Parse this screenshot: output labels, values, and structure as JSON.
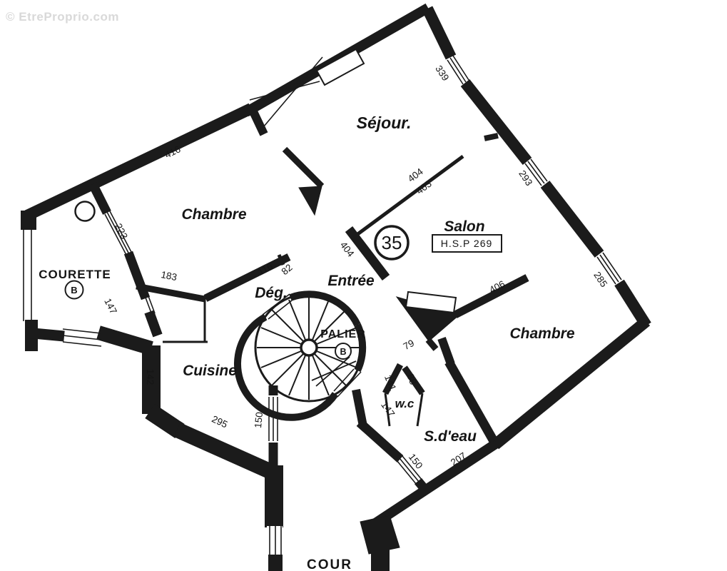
{
  "watermark": "© EtreProprio.com",
  "plan": {
    "lot": {
      "number": "35",
      "hsp_text": "H.S.P  269"
    },
    "rooms": {
      "sejour": "Séjour.",
      "chambre_nw": "Chambre",
      "salon": "Salon",
      "chambre_e": "Chambre",
      "courette": "COURETTE",
      "courette_letter": "B",
      "entree": "Entrée",
      "degagement": "Dég.",
      "palier": "PALIER",
      "palier_letter": "B",
      "cuisine": "Cuisine",
      "wc": "w.c",
      "salle_eau": "S.d'eau",
      "cour": "COUR"
    },
    "dimensions": {
      "d339": "339",
      "d416": "416",
      "d404a": "404",
      "d403": "403",
      "d293": "293",
      "d223": "223",
      "d183": "183",
      "d116": "116",
      "d82": "82",
      "d404b": "404",
      "d285": "285",
      "d406": "406",
      "d147a": "147",
      "d142": "142",
      "d79": "79",
      "d88": "88",
      "d141": "141",
      "d147b": "147",
      "d295": "295",
      "d150a": "150",
      "d150b": "150",
      "d207": "207"
    }
  }
}
